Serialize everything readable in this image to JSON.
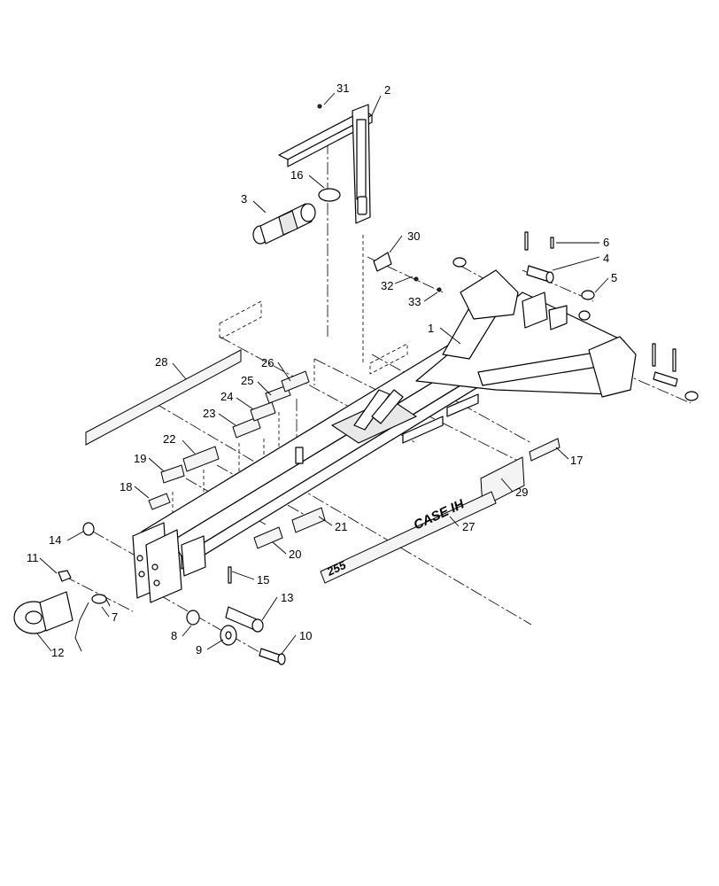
{
  "diagram": {
    "type": "exploded-parts-diagram",
    "callouts": [
      {
        "id": "1",
        "label": "1"
      },
      {
        "id": "2",
        "label": "2"
      },
      {
        "id": "3",
        "label": "3"
      },
      {
        "id": "4",
        "label": "4"
      },
      {
        "id": "5",
        "label": "5"
      },
      {
        "id": "6",
        "label": "6"
      },
      {
        "id": "7",
        "label": "7"
      },
      {
        "id": "8",
        "label": "8"
      },
      {
        "id": "9",
        "label": "9"
      },
      {
        "id": "10",
        "label": "10"
      },
      {
        "id": "11",
        "label": "11"
      },
      {
        "id": "12",
        "label": "12"
      },
      {
        "id": "13",
        "label": "13"
      },
      {
        "id": "14",
        "label": "14"
      },
      {
        "id": "15",
        "label": "15"
      },
      {
        "id": "16",
        "label": "16"
      },
      {
        "id": "17",
        "label": "17"
      },
      {
        "id": "18",
        "label": "18"
      },
      {
        "id": "19",
        "label": "19"
      },
      {
        "id": "20",
        "label": "20"
      },
      {
        "id": "21",
        "label": "21"
      },
      {
        "id": "22",
        "label": "22"
      },
      {
        "id": "23",
        "label": "23"
      },
      {
        "id": "24",
        "label": "24"
      },
      {
        "id": "25",
        "label": "25"
      },
      {
        "id": "26",
        "label": "26"
      },
      {
        "id": "27",
        "label": "27"
      },
      {
        "id": "28",
        "label": "28"
      },
      {
        "id": "29",
        "label": "29"
      },
      {
        "id": "30",
        "label": "30"
      },
      {
        "id": "31",
        "label": "31"
      },
      {
        "id": "32",
        "label": "32"
      },
      {
        "id": "33",
        "label": "33"
      }
    ],
    "decal_brand_text": "CASE IH",
    "decal_model_text": "255"
  },
  "colors": {
    "line": "#000000",
    "background": "#ffffff",
    "shade": "#e8e8e8"
  }
}
